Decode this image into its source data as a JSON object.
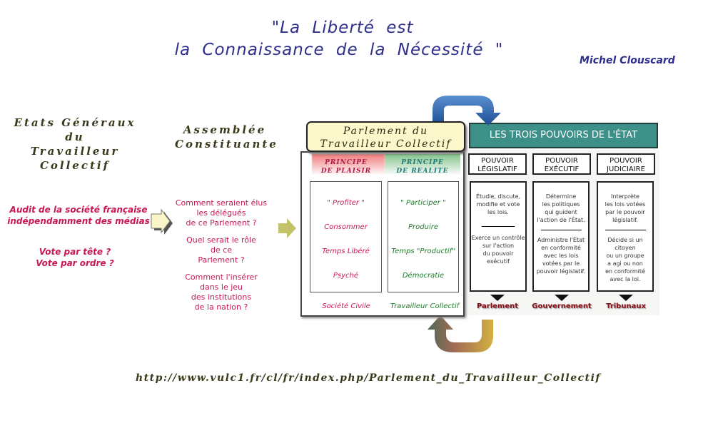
{
  "quote": {
    "line1": "\"La  Liberté   est",
    "line2": "la  Connaissance  de  la  Nécessité \"",
    "author": "Michel Clouscard"
  },
  "left_section": {
    "heading": [
      "Etats Généraux du",
      "Travailleur",
      "Collectif"
    ],
    "audit": [
      "Audit de la société française",
      "indépendamment des médias"
    ],
    "votes": [
      "Vote par tête ?",
      "Vote par ordre ?"
    ]
  },
  "middle_section": {
    "heading": [
      "Assemblée",
      "Constituante"
    ],
    "questions": [
      [
        "Comment seraient élus",
        "les délégués",
        "de ce Parlement ?"
      ],
      [
        "Quel serait le rôle",
        "de ce",
        "Parlement  ?"
      ],
      [
        "Comment l'insérer",
        "dans le jeu",
        "des institutions",
        "de la nation ?"
      ]
    ]
  },
  "parlement": {
    "title": [
      "Parlement du",
      "Travailleur Collectif"
    ],
    "columns": [
      {
        "principle": [
          "PRINCIPE",
          "DE PLAISIR"
        ],
        "items": [
          "\" Profiter \"",
          "Consommer",
          "Temps Libéré",
          "Psyché"
        ],
        "footer": "Société Civile",
        "color": "#c8184f"
      },
      {
        "principle": [
          "PRINCIPE",
          "DE REALITE"
        ],
        "items": [
          "\" Participer \"",
          "Produire",
          "Temps \"Productif\"",
          "Démocratie"
        ],
        "footer": "Travailleur Collectif",
        "color": "#1f7a2a"
      }
    ]
  },
  "etat": {
    "title": "LES TROIS POUVOIRS DE L'ÉTAT",
    "header_color": "#3c9088",
    "powers": [
      {
        "head": [
          "POUVOIR",
          "LÉGISLATIF"
        ],
        "desc1": [
          "Étudie, discute,",
          "modifie et vote",
          "les lois."
        ],
        "desc2": [
          "Exerce un contrôle",
          "sur l'action",
          "du pouvoir",
          "exécutif"
        ],
        "organ": "Parlement"
      },
      {
        "head": [
          "POUVOIR",
          "EXÉCUTIF"
        ],
        "desc1": [
          "Détermine",
          "les politiques",
          "qui guident",
          "l'action de l'État."
        ],
        "desc2": [
          "Administre l'État",
          "en conformité",
          "avec les lois",
          "votées par le",
          "pouvoir législatif."
        ],
        "organ": "Gouvernement"
      },
      {
        "head": [
          "POUVOIR",
          "JUDICIAIRE"
        ],
        "desc1": [
          "Interprète",
          "les lois votées",
          "par le pouvoir",
          "législatif."
        ],
        "desc2": [
          "Décide si un citoyen",
          "ou un groupe",
          "a agi ou non",
          "en conformité",
          "avec la loi."
        ],
        "organ": "Tribunaux"
      }
    ]
  },
  "url": "http://www.vulc1.fr/cl/fr/index.php/Parlement_du_Travailleur_Collectif"
}
